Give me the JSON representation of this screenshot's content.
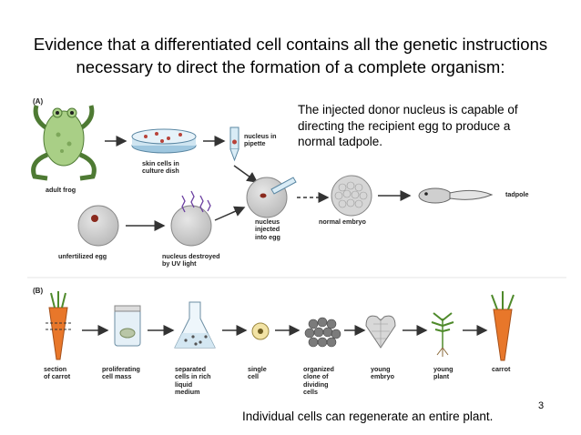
{
  "slide": {
    "title_line1": "Evidence that a differentiated cell contains all the genetic instructions",
    "title_line2": "necessary to direct the formation of a complete organism:",
    "callout_top": [
      "The injected donor nucleus is capable of",
      "directing the recipient egg to produce a",
      "normal tadpole."
    ],
    "callout_bottom": "Individual cells can regenerate an entire plant.",
    "slide_number": "3"
  },
  "panel_a": {
    "tag": "(A)",
    "adult_frog": "adult frog",
    "skin_cells": [
      "skin cells in",
      "culture dish"
    ],
    "nucleus_pipette": [
      "nucleus in",
      "pipette"
    ],
    "unfertilized_egg": "unfertilized egg",
    "nucleus_destroyed": [
      "nucleus destroyed",
      "by UV light"
    ],
    "nucleus_injected": [
      "nucleus",
      "injected",
      "into egg"
    ],
    "normal_embryo": "normal embryo",
    "tadpole": "tadpole"
  },
  "panel_b": {
    "tag": "(B)",
    "section_of_carrot": [
      "section",
      "of carrot"
    ],
    "proliferating": [
      "proliferating",
      "cell mass"
    ],
    "separated": [
      "separated",
      "cells in rich",
      "liquid",
      "medium"
    ],
    "single_cell": [
      "single",
      "cell"
    ],
    "organized_clone": [
      "organized",
      "clone of",
      "dividing",
      "cells"
    ],
    "young_embryo": [
      "young",
      "embryo"
    ],
    "young_plant": [
      "young",
      "plant"
    ],
    "carrot": "carrot"
  },
  "colors": {
    "frog_green": "#a9cf86",
    "egg_gray": "#c9c9c9",
    "nucleus_red": "#8a2a1e",
    "carrot_orange": "#e8772a",
    "carrot_green": "#4f8a2b",
    "arrow": "#333333"
  }
}
